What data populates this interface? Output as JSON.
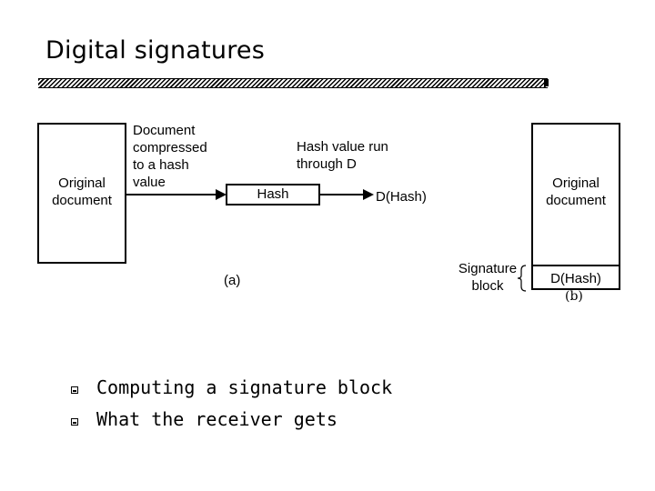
{
  "slide": {
    "title": "Digital signatures"
  },
  "figure_a": {
    "original_document": "Original document",
    "note_compressed": "Document compressed to a hash value",
    "hash_box": "Hash",
    "note_hash_run": "Hash value run through D",
    "d_hash": "D(Hash)",
    "caption": "(a)"
  },
  "figure_b": {
    "original_document": "Original document",
    "d_hash": "D(Hash)",
    "signature_block_label": "Signature block",
    "caption": "(b)"
  },
  "bullets": [
    {
      "text": "Computing a signature block"
    },
    {
      "text": "What the receiver gets"
    }
  ]
}
